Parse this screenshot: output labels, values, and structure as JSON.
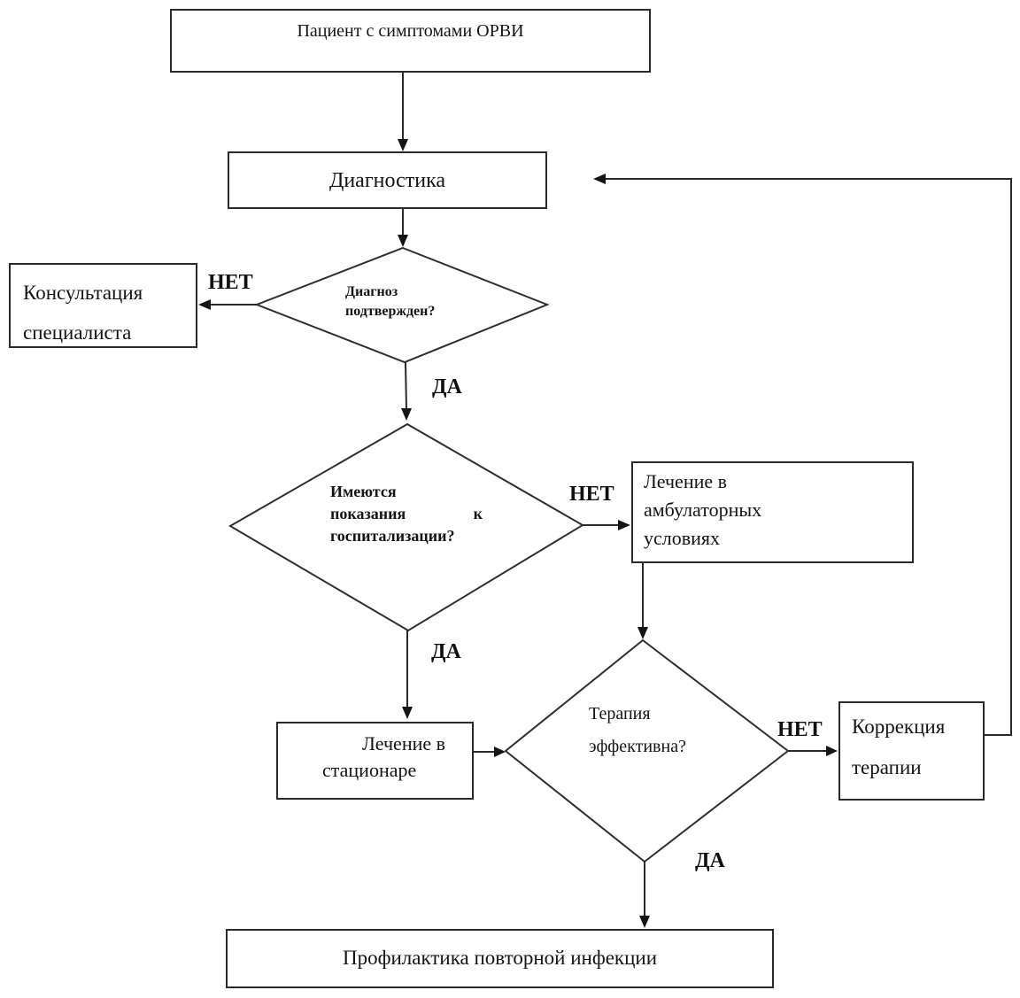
{
  "flowchart": {
    "nodes": {
      "patient": {
        "text": "Пациент с симптомами ОРВИ"
      },
      "diagnostics": {
        "text": "Диагностика"
      },
      "consultation": {
        "line1": "Консультация",
        "line2": "специалиста"
      },
      "diagnosis_confirmed": {
        "line1": "Диагноз",
        "line2": "подтвержден?"
      },
      "hospitalization": {
        "line1": "Имеются",
        "line2a": "показания",
        "line2b": "к",
        "line3": "госпитализации?"
      },
      "outpatient": {
        "line1": "Лечение в",
        "line2": "амбулаторных",
        "line3": "условиях"
      },
      "inpatient": {
        "line1": "Лечение в",
        "line2": "стационаре"
      },
      "therapy_effective": {
        "line1": "Терапия",
        "line2": "эффективна?"
      },
      "correction": {
        "line1": "Коррекция",
        "line2": "терапии"
      },
      "prevention": {
        "text": "Профилактика повторной инфекции"
      }
    },
    "labels": {
      "no1": "НЕТ",
      "yes1": "ДА",
      "no2": "НЕТ",
      "yes2": "ДА",
      "no3": "НЕТ",
      "yes3": "ДА"
    },
    "colors": {
      "ink": "#2a2a2a",
      "background": "#ffffff"
    }
  }
}
